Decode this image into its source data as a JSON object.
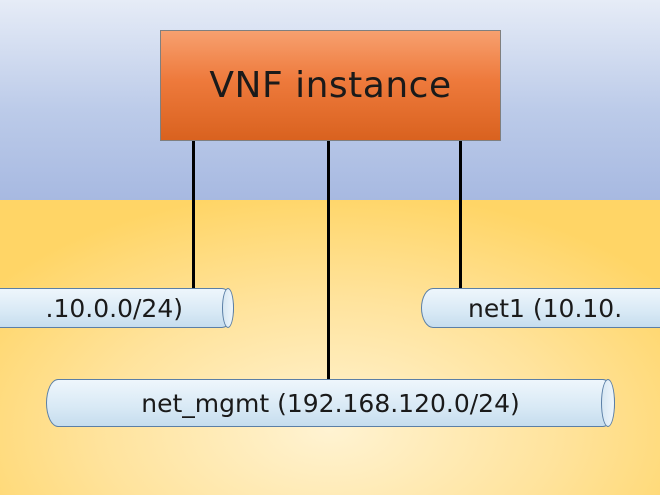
{
  "vnf": {
    "label": "VNF instance"
  },
  "networks": {
    "net0": {
      "label": ".10.0.0/24)"
    },
    "net1": {
      "label": "net1 (10.10."
    },
    "mgmt": {
      "label": "net_mgmt (192.168.120.0/24)"
    }
  }
}
